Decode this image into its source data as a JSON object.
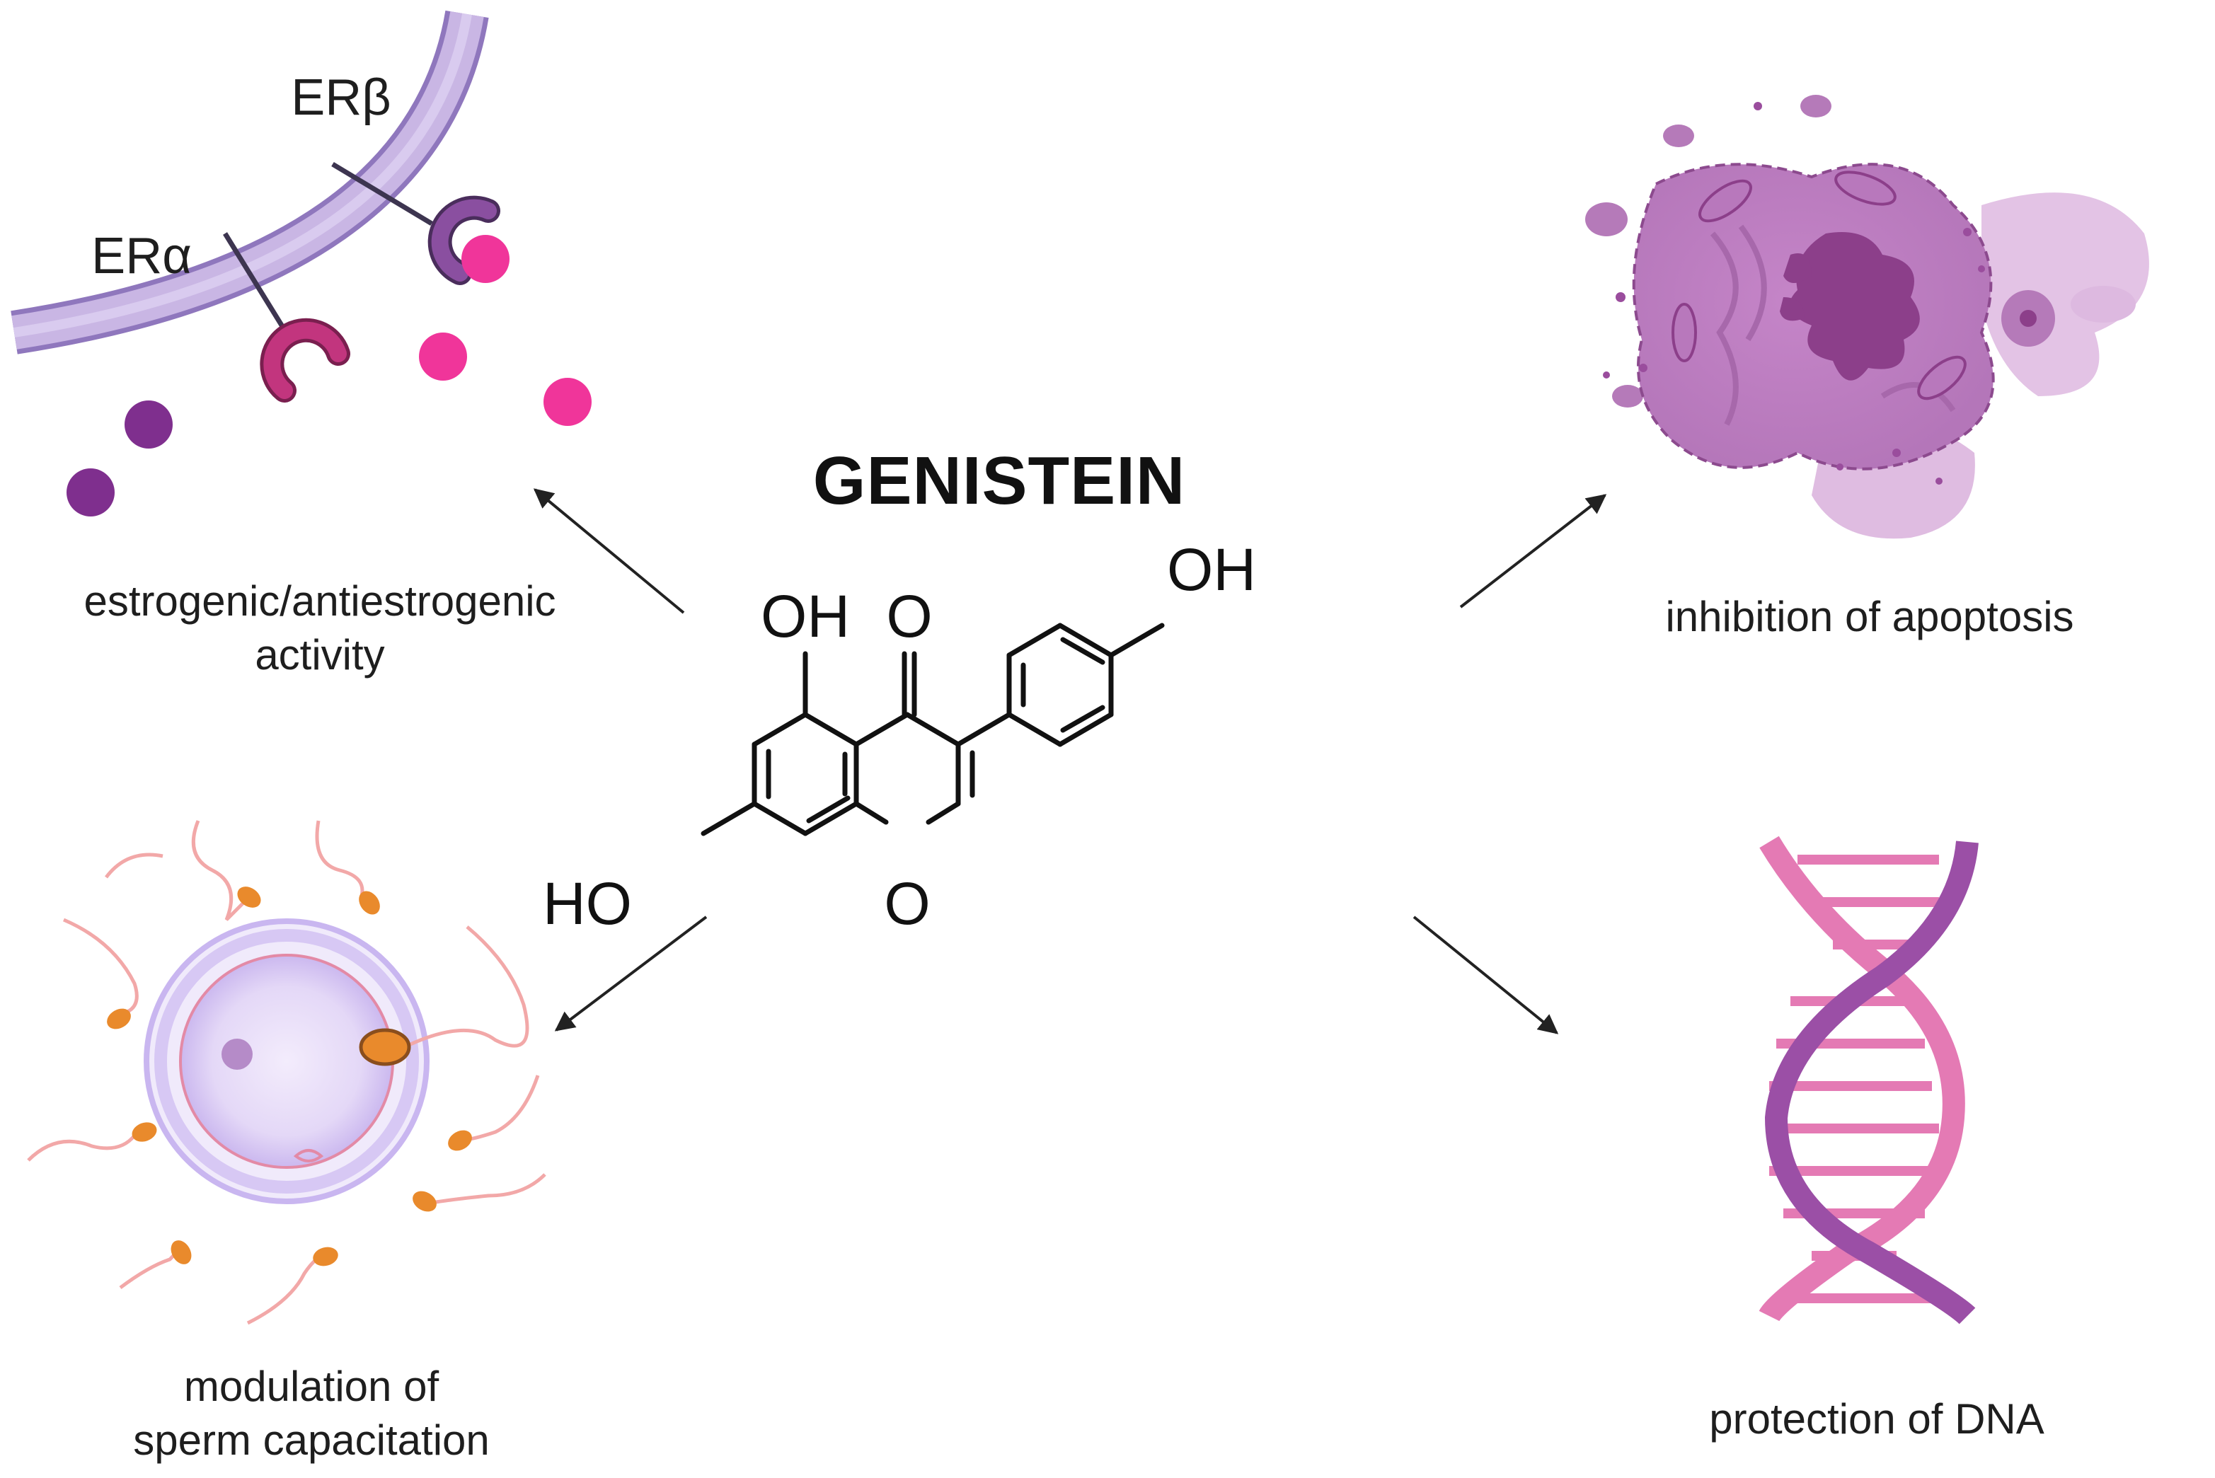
{
  "title": "GENISTEIN",
  "effects": {
    "estrogenic": {
      "line1": "estrogenic/antiestrogenic",
      "line2": "activity"
    },
    "apoptosis": {
      "label": "inhibition of apoptosis"
    },
    "sperm": {
      "line1": "modulation of",
      "line2": "sperm capacitation"
    },
    "dna": {
      "label": "protection of DNA"
    }
  },
  "receptors": {
    "alpha": "ERα",
    "beta": "ERβ"
  },
  "molecule": {
    "oh_top": "OH",
    "oxo": "O",
    "oh_right": "OH",
    "ho_left": "HO",
    "ring_oxygen": "O"
  },
  "colors": {
    "membrane": "#c9b6e4",
    "membrane_edge": "#8f77bd",
    "receptor_alpha": "#c2357e",
    "receptor_beta": "#8a4fa0",
    "ligand_pink": "#f0359a",
    "ligand_purple": "#7f2f8e",
    "cell_body": "#c58bc9",
    "nucleus": "#8c3f8a",
    "dna_pink": "#e47ab4",
    "dna_purple": "#9b4fa6",
    "egg": "#d8c9f3",
    "sperm_head": "#e98a2c",
    "sperm_tail": "#f2a8a8",
    "arrow": "#222222"
  }
}
